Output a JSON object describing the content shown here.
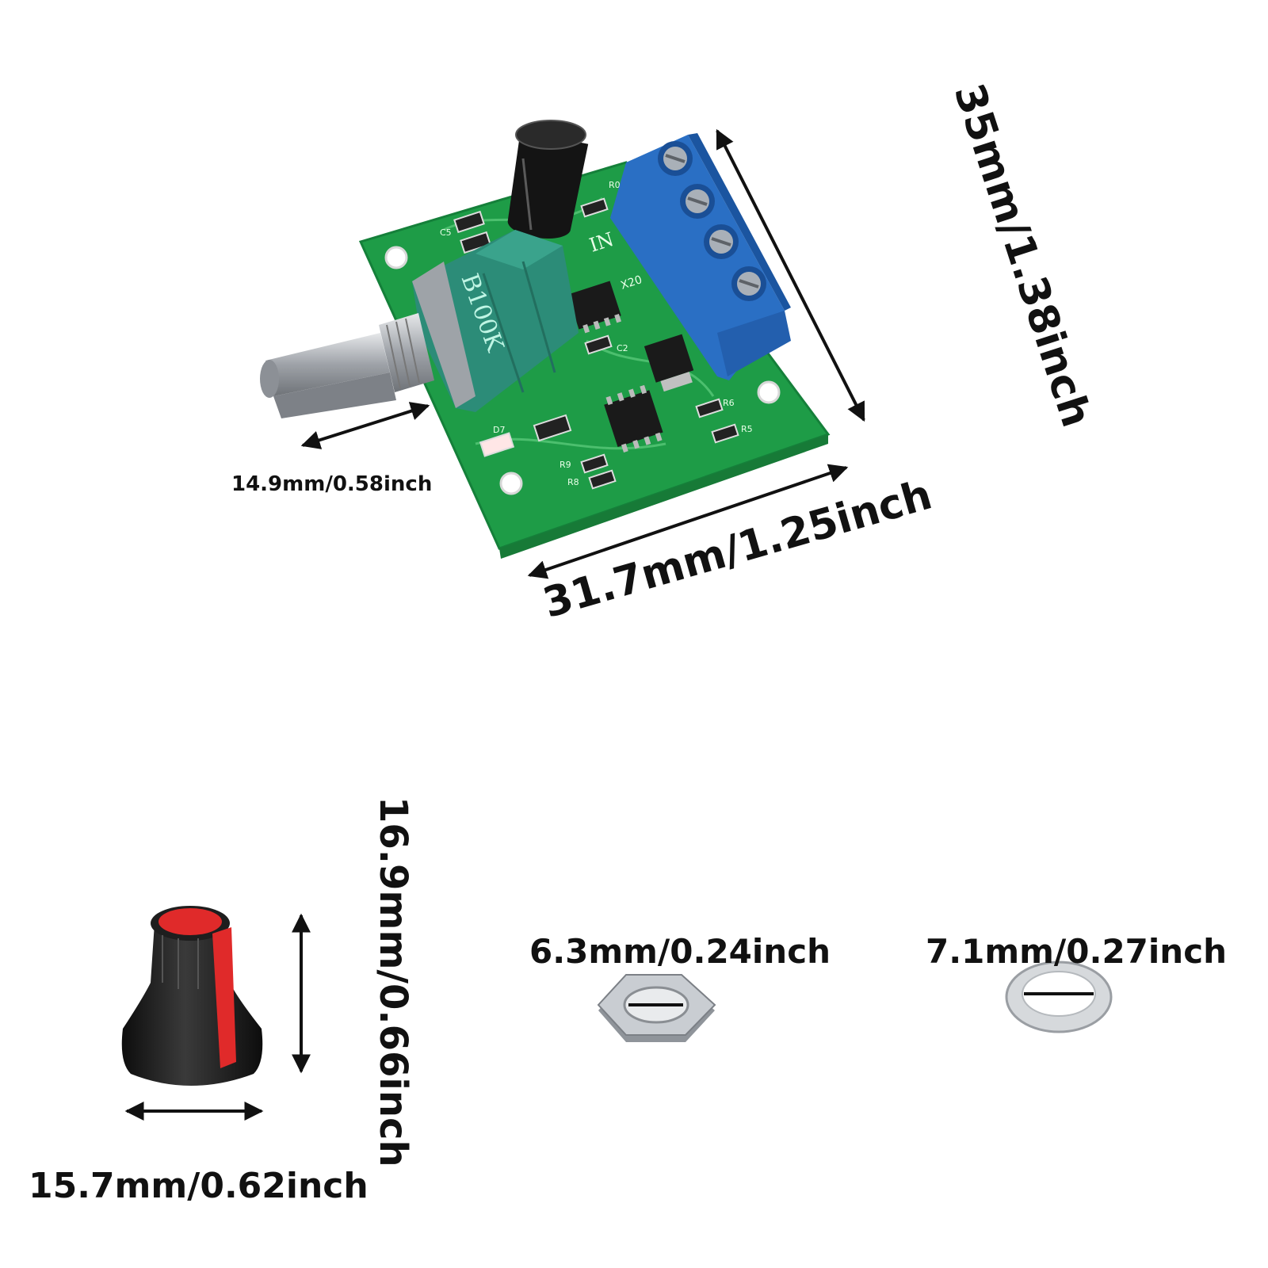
{
  "dimensions": {
    "shaft_length": "14.9mm/0.58inch",
    "board_width": "31.7mm/1.25inch",
    "board_height": "35mm/1.38inch",
    "knob_width": "15.7mm/0.62inch",
    "knob_height": "16.9mm/0.66inch",
    "nut_size": "6.3mm/0.24inch",
    "washer_size": "7.1mm/0.27inch"
  },
  "pcb_silkscreen": {
    "pot_marking": "B100K",
    "input_label": "IN",
    "part_x20": "X20",
    "labels": [
      "C5",
      "R0",
      "C2",
      "R6",
      "R5",
      "R9",
      "R8",
      "D7"
    ]
  },
  "colors": {
    "pcb": "#1fa24a",
    "terminal": "#2a72c8",
    "pot_body": "#2e8f7a",
    "knob_body": "#1a1a1a",
    "knob_cap": "#e02a2a",
    "metal": "#b8bcc2"
  }
}
